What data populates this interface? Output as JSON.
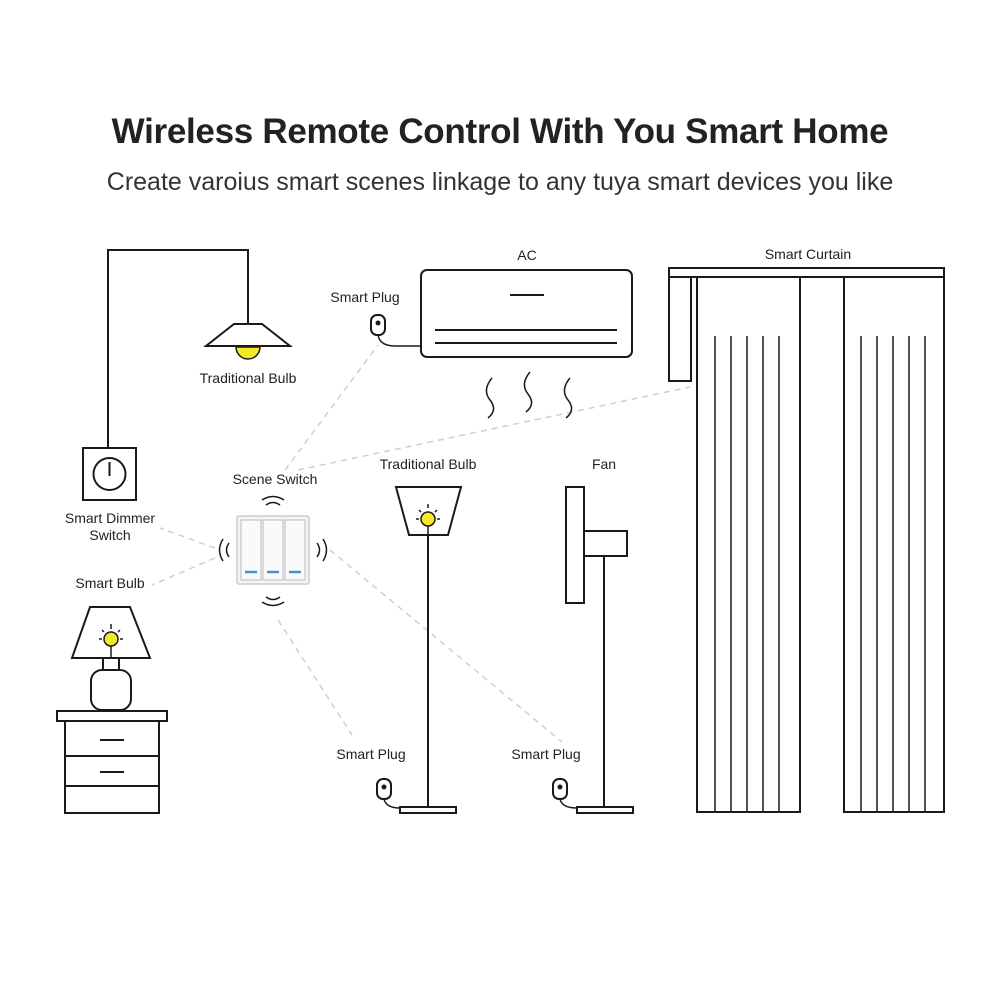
{
  "header": {
    "title": "Wireless Remote Control With You Smart Home",
    "subtitle": "Create varoius smart scenes linkage to any tuya smart devices you like"
  },
  "labels": {
    "traditional_bulb_top": "Traditional Bulb",
    "smart_dimmer_switch_line1": "Smart Dimmer",
    "smart_dimmer_switch_line2": "Switch",
    "smart_bulb": "Smart Bulb",
    "scene_switch": "Scene Switch",
    "smart_plug_ac": "Smart Plug",
    "ac": "AC",
    "traditional_bulb_floor": "Traditional Bulb",
    "fan": "Fan",
    "smart_curtain": "Smart Curtain",
    "smart_plug_floor_lamp": "Smart Plug",
    "smart_plug_fan": "Smart Plug"
  },
  "colors": {
    "bulb_glow": "#f7e92a",
    "switch_indicator": "#4a90d9",
    "line": "#1a1a1a",
    "dashed_link": "#cfcfcf"
  }
}
